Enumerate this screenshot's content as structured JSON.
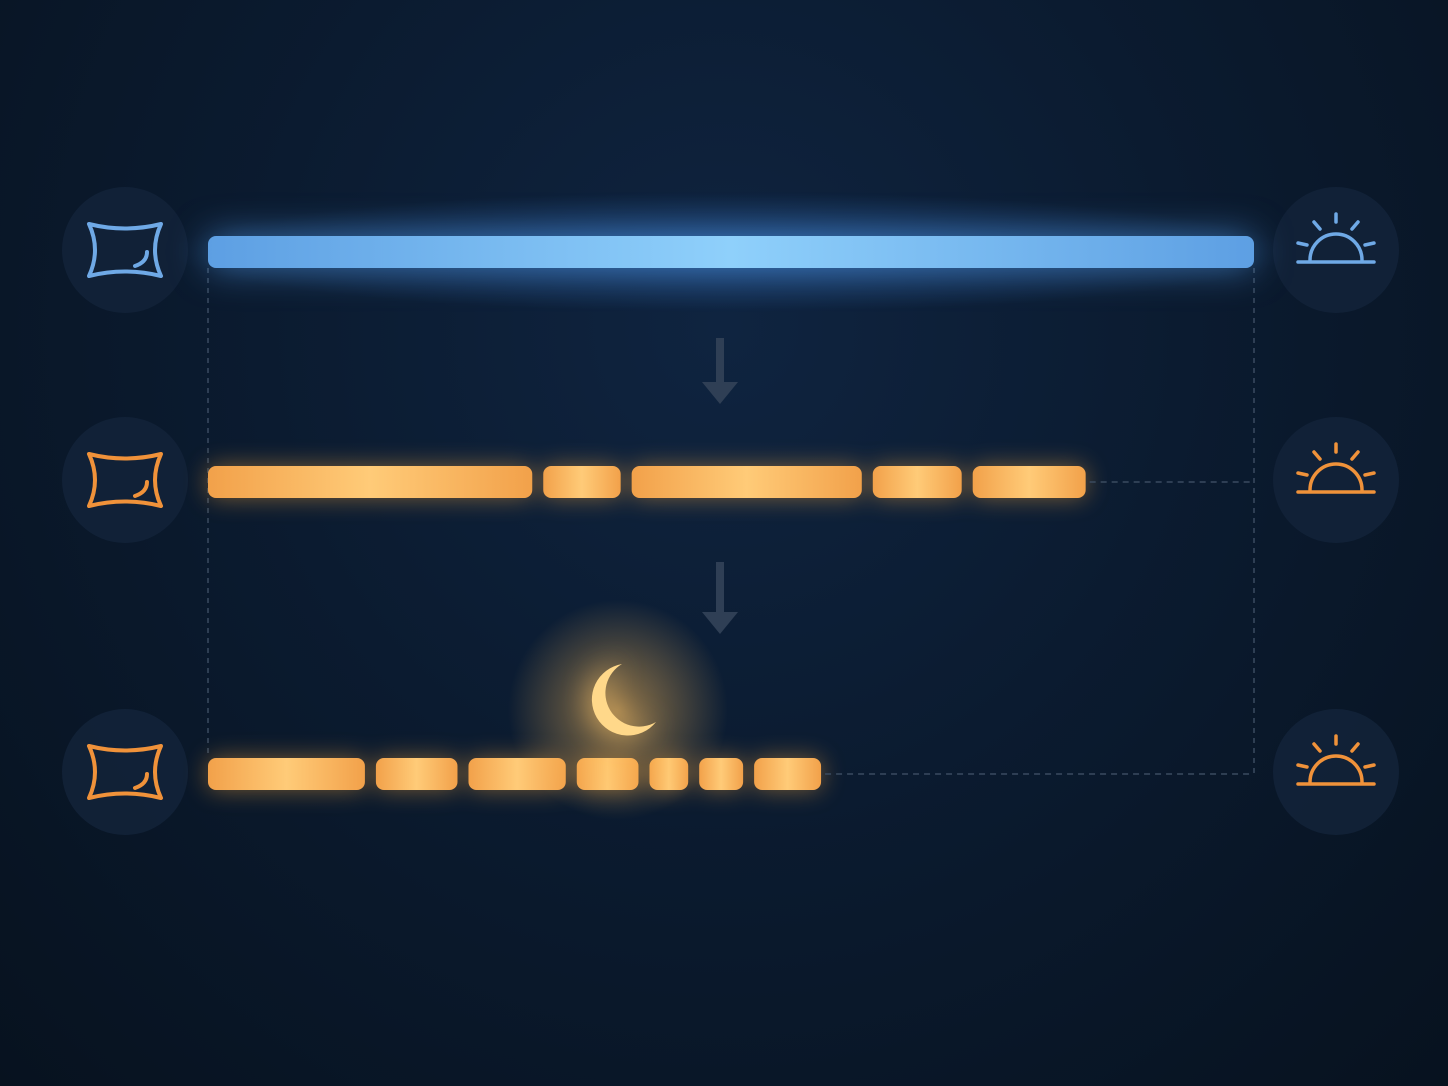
{
  "colors": {
    "background": "#0b1b30",
    "circle": "#13233a",
    "blue_icon": "#6fa9e6",
    "orange_icon": "#f0923a",
    "blue_bar_start": "#5d9fe3",
    "blue_bar_mid": "#8fd0fb",
    "orange_bar_start": "#f2a14a",
    "orange_bar_mid": "#ffcb78",
    "arrow": "#2f3f55",
    "dashed_line": "#3a4b60",
    "moon": "#ffd88a"
  },
  "rows": [
    {
      "name": "continuous-sleep",
      "theme": "blue",
      "start_icon": "pillow-icon",
      "end_icon": "sunrise-icon",
      "segments": [
        1.0
      ],
      "ends_early": false,
      "has_moon": false
    },
    {
      "name": "fragmented-sleep",
      "theme": "orange",
      "start_icon": "pillow-icon",
      "end_icon": "sunrise-icon",
      "segments": [
        0.31,
        0.074,
        0.22,
        0.085,
        0.108
      ],
      "ends_early": true,
      "has_moon": false
    },
    {
      "name": "highly-fragmented-sleep",
      "theme": "orange",
      "start_icon": "pillow-icon",
      "end_icon": "sunrise-icon",
      "segments": [
        0.15,
        0.078,
        0.093,
        0.059,
        0.037,
        0.042,
        0.064
      ],
      "ends_early": true,
      "has_moon": true,
      "moon_icon": "crescent-moon-icon"
    }
  ],
  "arrows": [
    {
      "icon": "arrow-down-icon"
    },
    {
      "icon": "arrow-down-icon"
    }
  ]
}
